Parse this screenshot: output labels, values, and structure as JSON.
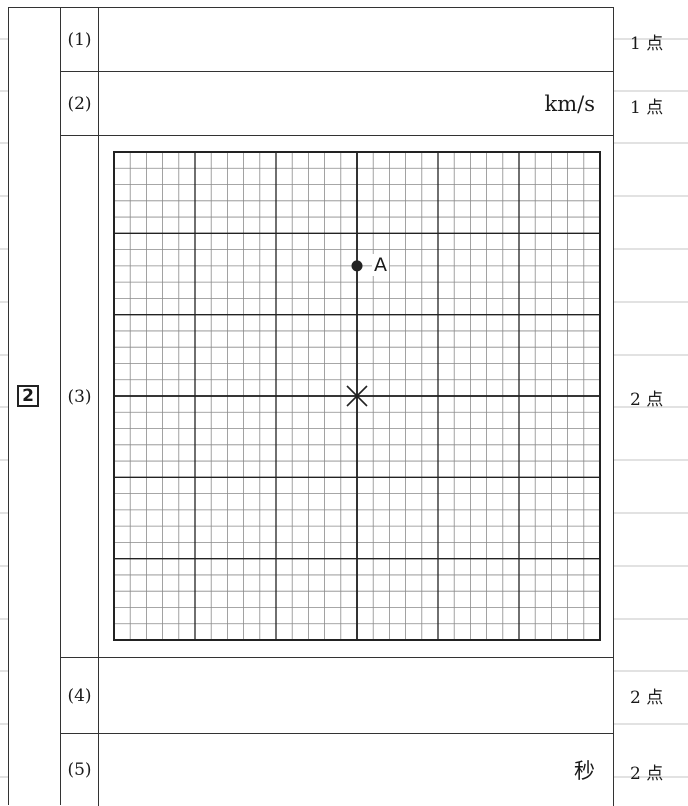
{
  "question": {
    "number": "2"
  },
  "rows": [
    {
      "label": "(1)",
      "unit": "",
      "points": "1 点"
    },
    {
      "label": "(2)",
      "unit": "km/s",
      "points": "1 点"
    },
    {
      "label": "(3)",
      "unit": "",
      "points": "2 点"
    },
    {
      "label": "(4)",
      "unit": "",
      "points": "2 点"
    },
    {
      "label": "(5)",
      "unit": "秒",
      "points": "2 点"
    }
  ],
  "grid": {
    "point_label": "A",
    "colors": {
      "major": "#222222",
      "minor": "#8a8a8a",
      "guide": "#bdbdbd"
    }
  }
}
